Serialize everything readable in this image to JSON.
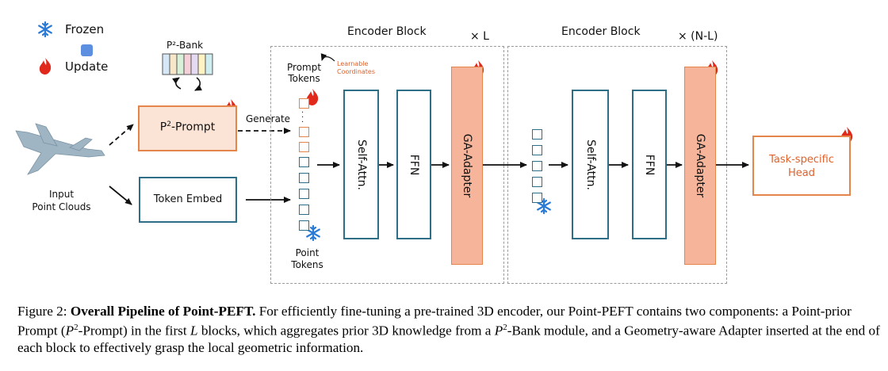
{
  "legend": {
    "frozen": "Frozen",
    "update": "Update"
  },
  "bank": {
    "label": "P²-Bank"
  },
  "prompt": {
    "label_base": "P",
    "label_sup": "2",
    "label_rest": "-Prompt",
    "generate": "Generate"
  },
  "input": {
    "line1": "Input",
    "line2": "Point Clouds"
  },
  "token_embed": "Token Embed",
  "prompt_tokens": {
    "line1": "Prompt",
    "line2": "Tokens"
  },
  "learnable": {
    "line1": "Learnable",
    "line2": "Coordinates"
  },
  "point_tokens": {
    "line1": "Point",
    "line2": "Tokens"
  },
  "block1": {
    "title": "Encoder Block",
    "repeat": "× L"
  },
  "block2": {
    "title": "Encoder Block",
    "repeat": "× (N-L)"
  },
  "modules": {
    "self_attn": "Self-Attn.",
    "ffn": "FFN",
    "ga_adapter": "GA-Adapter"
  },
  "head": {
    "line1": "Task-specific",
    "line2": "Head"
  },
  "colors": {
    "orange_border": "#e4864c",
    "orange_fill": "#fbe3d6",
    "adapter_fill": "#f6b59a",
    "blue": "#2e6f87",
    "frozen_icon": "#2b7bd6",
    "fire": "#e0281b"
  },
  "caption": {
    "fig": "Figure 2:",
    "bold": "Overall Pipeline of Point-PEFT.",
    "text1": " For efficiently fine-tuning a pre-trained 3D encoder, our Point-PEFT contains two components: a Point-prior Prompt (",
    "p": "P",
    "sup": "2",
    "text2": "-Prompt) in the first ",
    "L": "L",
    "text3": " blocks, which aggregates prior 3D knowledge from a ",
    "p2": "P",
    "sup2": "2",
    "text4": "-Bank module, and a Geometry-aware Adapter inserted at the end of each block to effectively grasp the local geometric information."
  }
}
